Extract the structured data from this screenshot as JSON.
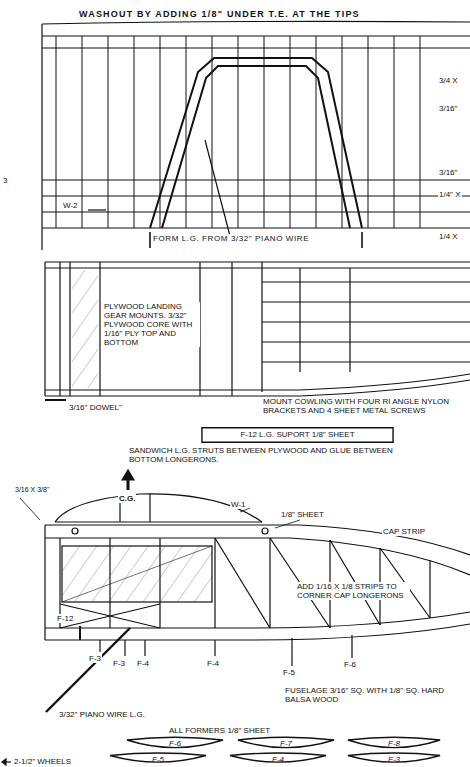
{
  "diagram": {
    "nodes": [
      {
        "text": [
          "F-12 L.G. SUPORT 1/8\" SHEET"
        ]
      },
      {
        "text": [
          "F-6"
        ]
      },
      {
        "text": [
          "F-7"
        ]
      },
      {
        "text": [
          "F-8"
        ]
      },
      {
        "text": [
          "F-5"
        ]
      },
      {
        "text": [
          "F-4"
        ]
      },
      {
        "text": [
          "F-3"
        ]
      }
    ],
    "labels": [
      "WASHOUT BY ADDING 1/8\" UNDER T.E. AT THE TIPS",
      "3/4 X",
      "3/16\"",
      "3/16\"",
      "1/4\" X",
      "1/4 X",
      "3",
      "W-2",
      "FORM L.G. FROM 3/32\" PIANO WIRE",
      "PLYWOOD LANDING GEAR MOUNTS. 3/32\" PLYWOOD CORE WITH 1/16\" PLY TOP AND BOTTOM",
      "3/16\" DOWEL\"",
      "MOUNT COWLING WITH FOUR RI ANGLE NYLON BRACKETS AND 4 SHEET METAL SCREWS",
      "SANDWICH L.G. STRUTS BETWEEN PLYWOOD AND GLUE BETWEEN BOTTOM LONGERONS.",
      "3/16 X 3/8\"",
      "C.G.",
      "W-1",
      "1/8\" SHEET",
      "CAP STRIP",
      "ADD 1/16 X 1/8 STRIPS TO CORNER CAP LONGERONS",
      "F-12",
      "F-3",
      "F-3",
      "F-4",
      "F-4",
      "F-5",
      "F-6",
      "FUSELAGE 3/16\" SQ. WITH 1/8\" SQ. HARD BALSA WOOD",
      "3/32\" PIANO WIRE L.G.",
      "ALL FORMERS 1/8\" SHEET",
      "2-1/2\" WHEELS"
    ]
  }
}
